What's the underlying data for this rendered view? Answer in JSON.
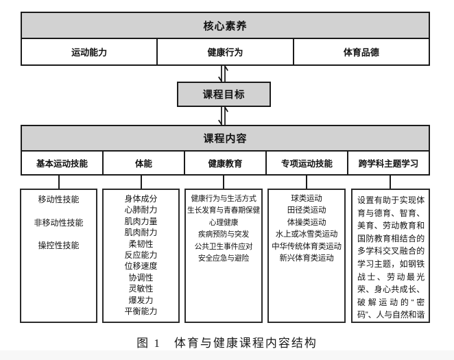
{
  "figure": {
    "caption": "图 1　体育与健康课程内容结构"
  },
  "core_competencies": {
    "header": "核心素养",
    "items": [
      "运动能力",
      "健康行为",
      "体育品德"
    ]
  },
  "goal_box": {
    "label": "课程目标"
  },
  "course_content": {
    "header": "课程内容",
    "columns": [
      {
        "label": "基本运动技能",
        "items": [
          "移动性技能",
          "非移动性技能",
          "操控性技能"
        ]
      },
      {
        "label": "体能",
        "items": [
          "身体成分",
          "心肺耐力",
          "肌肉力量",
          "肌肉耐力",
          "柔韧性",
          "反应能力",
          "位移速度",
          "协调性",
          "灵敏性",
          "爆发力",
          "平衡能力"
        ]
      },
      {
        "label": "健康教育",
        "items": [
          "健康行为与生活方式",
          "生长发育与青春期保健",
          "心理健康",
          "疾病预防与突发",
          "公共卫生事件应对",
          "安全应急与避险"
        ]
      },
      {
        "label": "专项运动技能",
        "items": [
          "球类运动",
          "田径类运动",
          "体操类运动",
          "水上或冰雪类运动",
          "中华传统体育类运动",
          "新兴体育类运动"
        ]
      },
      {
        "label": "跨学科主题学习",
        "paragraph": "设置有助于实现体育与德育、智育、美育、劳动教育和国防教育相结合的多学科交叉融合的学习主题，如钢铁战士、劳动最光荣、身心共成长、破解运动的“密码”、人与自然和谐美等"
      }
    ]
  },
  "icons": {
    "flow_arrow": "bidirectional-vertical-arrow"
  },
  "colors": {
    "header_fill": "#d2d2d2",
    "border": "#1a1a1a",
    "background": "#ffffff",
    "footer_strip": "#f7f7f7"
  }
}
